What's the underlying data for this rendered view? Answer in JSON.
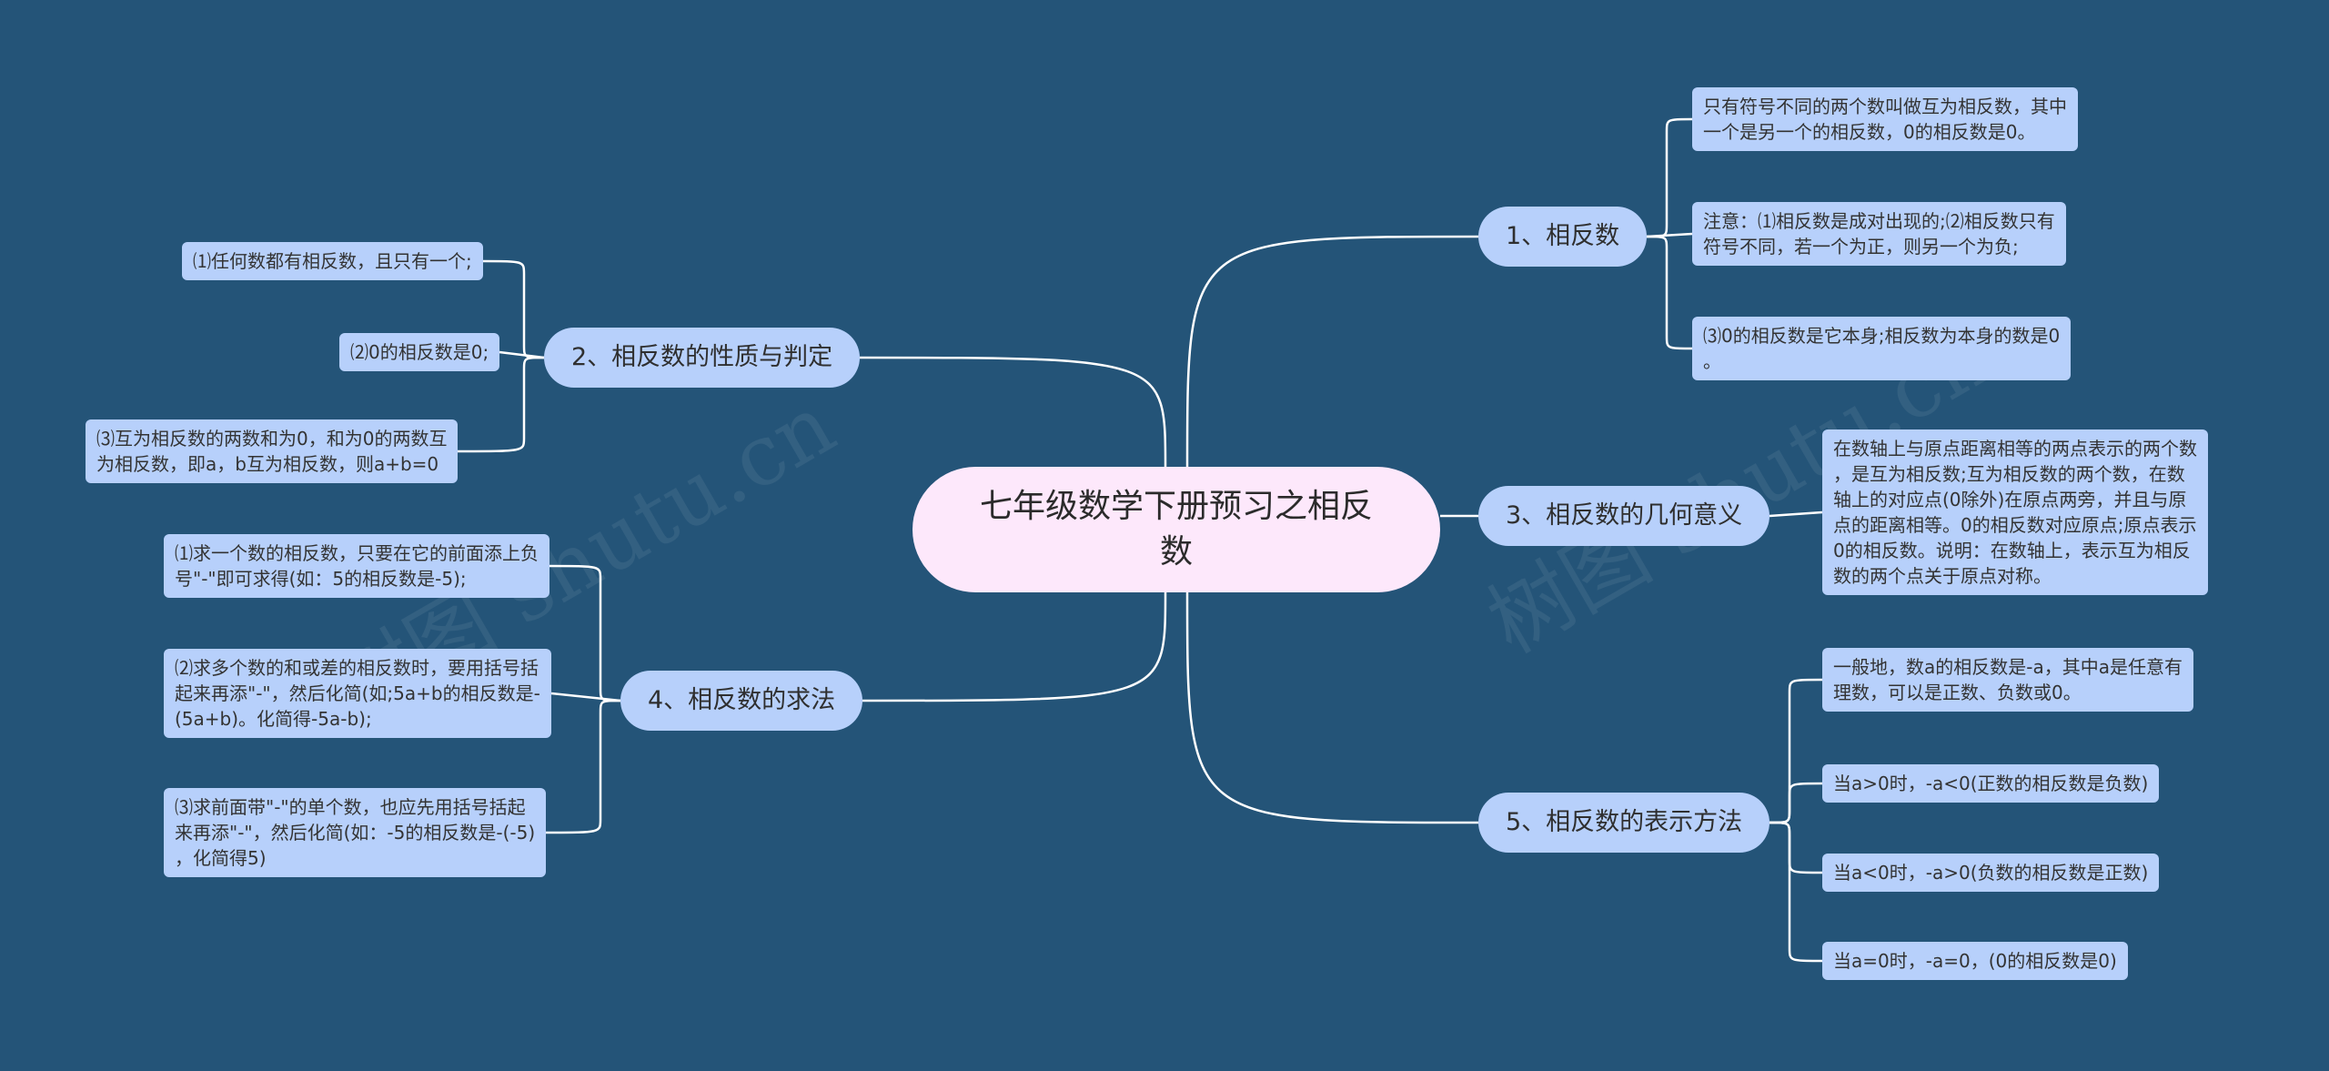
{
  "root": {
    "title": "七年级数学下册预习之相反数"
  },
  "branches": [
    {
      "label": "1、相反数",
      "children": [
        [
          "只有符号不同的两个数叫做互为相反数，其中",
          "一个是另一个的相反数，0的相反数是0。"
        ],
        [
          "注意：⑴相反数是成对出现的;⑵相反数只有",
          "符号不同，若一个为正，则另一个为负;"
        ],
        [
          "⑶0的相反数是它本身;相反数为本身的数是0",
          "。"
        ]
      ]
    },
    {
      "label": "2、相反数的性质与判定",
      "children": [
        [
          "⑴任何数都有相反数，且只有一个;"
        ],
        [
          "⑵0的相反数是0;"
        ],
        [
          "⑶互为相反数的两数和为0，和为0的两数互",
          "为相反数，即a，b互为相反数，则a+b=0"
        ]
      ]
    },
    {
      "label": "3、相反数的几何意义",
      "children": [
        [
          "在数轴上与原点距离相等的两点表示的两个数",
          "，是互为相反数;互为相反数的两个数，在数",
          "轴上的对应点(0除外)在原点两旁，并且与原",
          "点的距离相等。0的相反数对应原点;原点表示",
          "0的相反数。说明：在数轴上，表示互为相反",
          "数的两个点关于原点对称。"
        ]
      ]
    },
    {
      "label": "4、相反数的求法",
      "children": [
        [
          "⑴求一个数的相反数，只要在它的前面添上负",
          "号\"-\"即可求得(如：5的相反数是-5);"
        ],
        [
          "⑵求多个数的和或差的相反数时，要用括号括",
          "起来再添\"-\"，然后化简(如;5a+b的相反数是-",
          "(5a+b)。化简得-5a-b);"
        ],
        [
          "⑶求前面带\"-\"的单个数，也应先用括号括起",
          "来再添\"-\"，然后化简(如：-5的相反数是-(-5)",
          "，化简得5)"
        ]
      ]
    },
    {
      "label": "5、相反数的表示方法",
      "children": [
        [
          "一般地，数a的相反数是-a，其中a是任意有",
          "理数，可以是正数、负数或0。"
        ],
        [
          "当a>0时，-a<0(正数的相反数是负数)"
        ],
        [
          "当a<0时，-a>0(负数的相反数是正数)"
        ],
        [
          "当a=0时，-a=0，(0的相反数是0)"
        ]
      ]
    }
  ],
  "watermark": "树图 shutu.cn",
  "colors": {
    "background": "#245478",
    "root": "#fde8fb",
    "node": "#b7d0fb",
    "line": "#ffffff"
  }
}
